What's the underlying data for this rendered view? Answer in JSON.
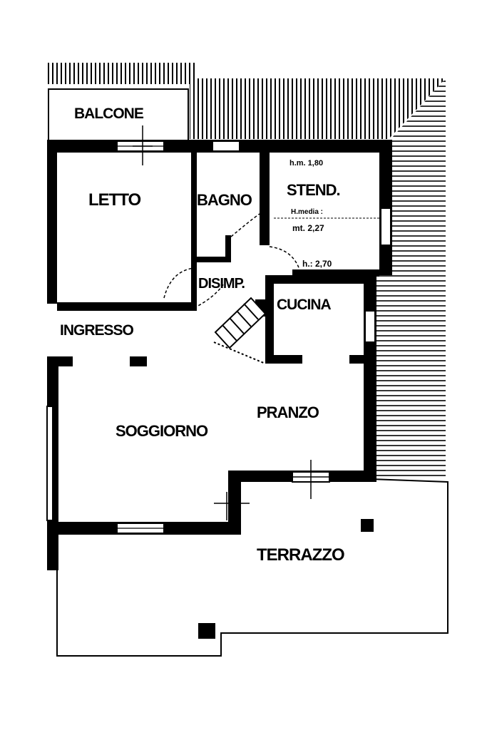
{
  "plan": {
    "rooms": {
      "balcone": "BALCONE",
      "letto": "LETTO",
      "bagno": "BAGNO",
      "stend": "STEND.",
      "disimp": "DISIMP.",
      "cucina": "CUCINA",
      "ingresso": "INGRESSO",
      "soggiorno": "SOGGIORNO",
      "pranzo": "PRANZO",
      "terrazzo": "TERRAZZO"
    },
    "heights": {
      "stend_h_min": "h.m. 1,80",
      "stend_h_media_1": "H.media :",
      "stend_h_media_2": "mt. 2,27",
      "stend_h_max": "h.: 2,70"
    }
  }
}
